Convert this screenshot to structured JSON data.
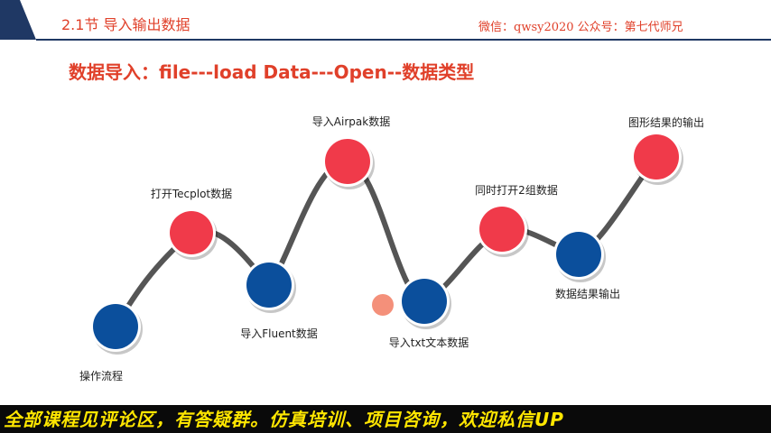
{
  "header": {
    "title": "2.1节 导入输出数据",
    "contact": "微信：qwsy2020    公众号：第七代师兄"
  },
  "subtitle": "数据导入：file---load Data---Open--数据类型",
  "steps": [
    {
      "label": "操作流程"
    },
    {
      "label": "打开Tecplot数据"
    },
    {
      "label": "导入Fluent数据"
    },
    {
      "label": "导入Airpak数据"
    },
    {
      "label": "导入txt文本数据"
    },
    {
      "label": "同时打开2组数据"
    },
    {
      "label": "数据结果输出"
    },
    {
      "label": "图形结果的输出"
    }
  ],
  "banner": {
    "text": "全部课程见评论区，有答疑群。仿真培训、项目咨询，欢迎私信UP"
  },
  "colors": {
    "navy": "#1f3864",
    "title_red": "#e0402a",
    "node_red": "#f03a4a",
    "node_blue": "#0b4f9c",
    "connector": "#555555",
    "banner_text": "#ffe600",
    "marker_salmon": "#f4907a"
  }
}
